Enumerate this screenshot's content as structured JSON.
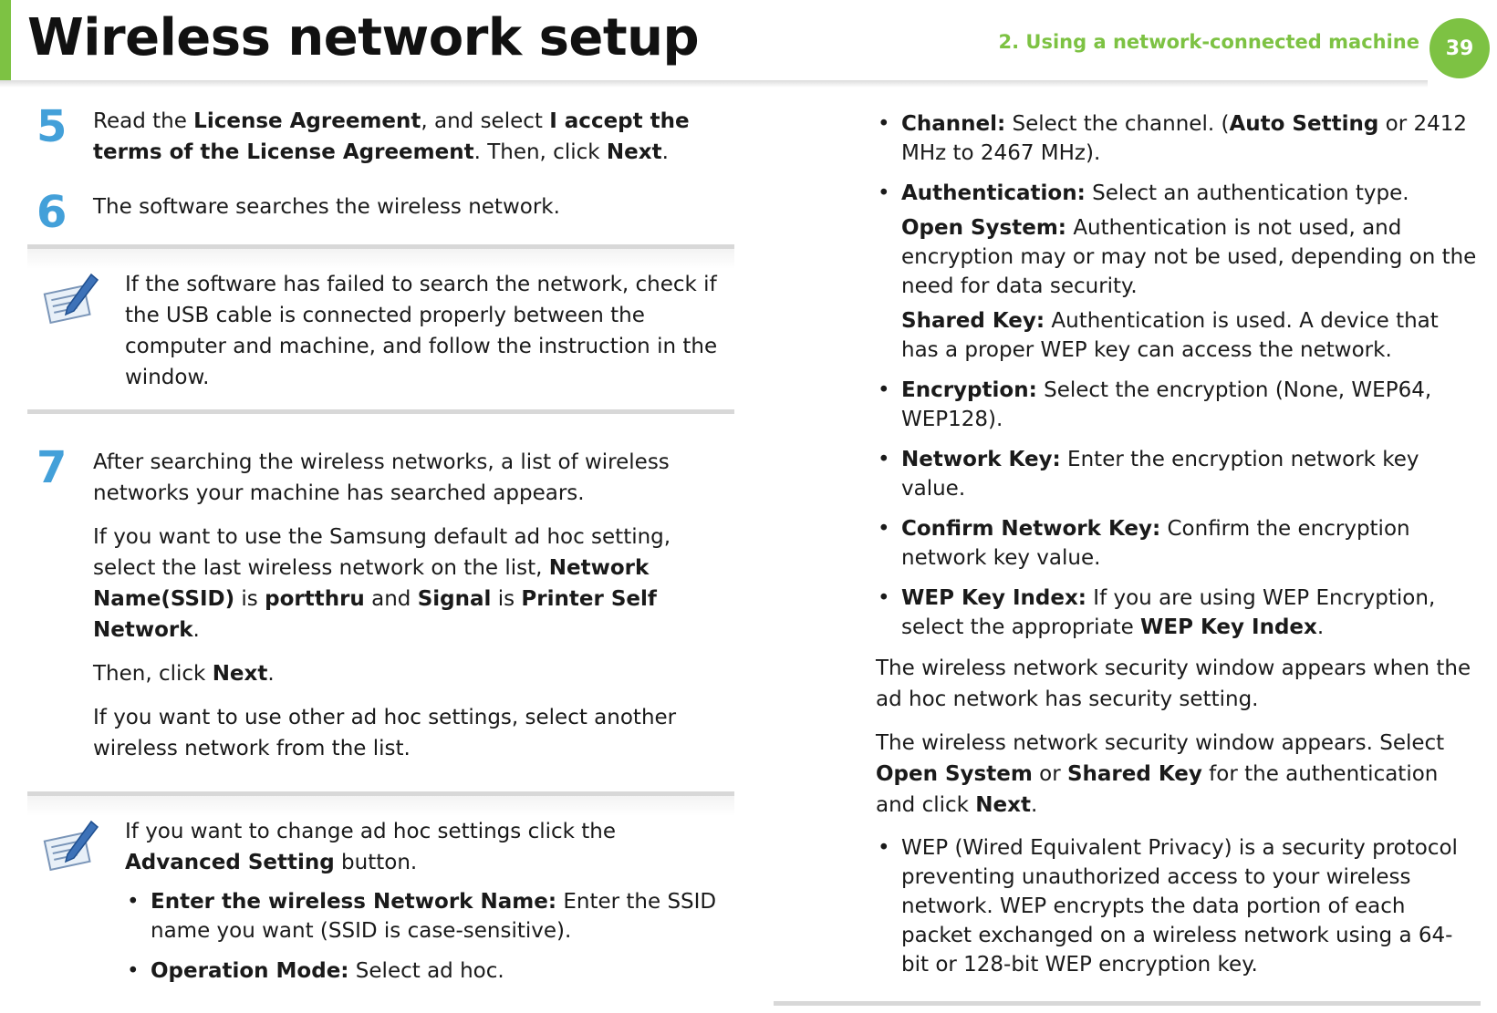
{
  "header": {
    "title": "Wireless network setup",
    "section": "2.  Using a network-connected machine",
    "page_number": "39",
    "accent_color": "#7dc243",
    "step_color": "#43a0d9"
  },
  "steps": {
    "s5": {
      "num": "5",
      "p1_a": "Read the ",
      "p1_b": "License Agreement",
      "p1_c": ", and select ",
      "p1_d": "I accept the terms of the License Agreement",
      "p1_e": ". Then, click ",
      "p1_f": "Next",
      "p1_g": "."
    },
    "s6": {
      "num": "6",
      "p1": "The software searches the wireless network."
    },
    "note1": {
      "icon": "note-pencil-icon",
      "text": "If the software has failed to search the network, check if the USB cable is connected properly between the computer and machine, and follow the instruction in the window."
    },
    "s7": {
      "num": "7",
      "p1": "After searching the wireless networks, a list of wireless networks your machine has searched appears.",
      "p2_a": "If you want to use the Samsung default ad hoc setting, select the last wireless network on the list, ",
      "p2_b": "Network Name(SSID)",
      "p2_c": " is ",
      "p2_d": "portthru",
      "p2_e": " and ",
      "p2_f": "Signal",
      "p2_g": " is ",
      "p2_h": "Printer Self Network",
      "p2_i": ".",
      "p3_a": "Then, click ",
      "p3_b": "Next",
      "p3_c": ".",
      "p4": "If you want to use other ad hoc settings, select another wireless network from the list."
    },
    "note2": {
      "icon": "note-pencil-icon",
      "intro_a": "If you want to change ad hoc settings click the ",
      "intro_b": "Advanced Setting",
      "intro_c": " button.",
      "b1_label": "Enter the wireless Network Name:",
      "b1_text": " Enter the SSID name you want (SSID is case-sensitive).",
      "b2_label": "Operation Mode:",
      "b2_text": " Select ad hoc."
    }
  },
  "right": {
    "channel_label": "Channel:",
    "channel_a": " Select the channel. (",
    "channel_b": "Auto Setting",
    "channel_c": " or 2412 MHz to 2467 MHz).",
    "auth_label": "Authentication:",
    "auth_text": " Select an authentication type.",
    "open_label": "Open System:",
    "open_text": " Authentication is not used, and encryption may or may not be used, depending on the need for data security.",
    "shared_label": "Shared Key:",
    "shared_text": " Authentication is used. A device that has a proper WEP key can access the network.",
    "enc_label": "Encryption:",
    "enc_text": " Select the encryption (None, WEP64, WEP128).",
    "netkey_label": "Network Key:",
    "netkey_text": " Enter the encryption network key value.",
    "confirm_label": "Confirm Network Key:",
    "confirm_text": " Confirm the encryption network key value.",
    "wepidx_label": "WEP Key Index:",
    "wepidx_a": " If you are using WEP Encryption, select the appropriate ",
    "wepidx_b": "WEP Key Index",
    "wepidx_c": ".",
    "para1": "The wireless network security window appears when the ad hoc network has security setting.",
    "para2_a": "The wireless network security window appears. Select ",
    "para2_b": "Open System",
    "para2_c": " or ",
    "para2_d": "Shared Key",
    "para2_e": " for the authentication and click ",
    "para2_f": "Next",
    "para2_g": ".",
    "wep_note": "WEP (Wired Equivalent Privacy) is a security protocol preventing unauthorized access to your wireless network. WEP encrypts the data portion of each packet exchanged on a wireless network using a 64-bit or 128-bit WEP encryption key."
  }
}
